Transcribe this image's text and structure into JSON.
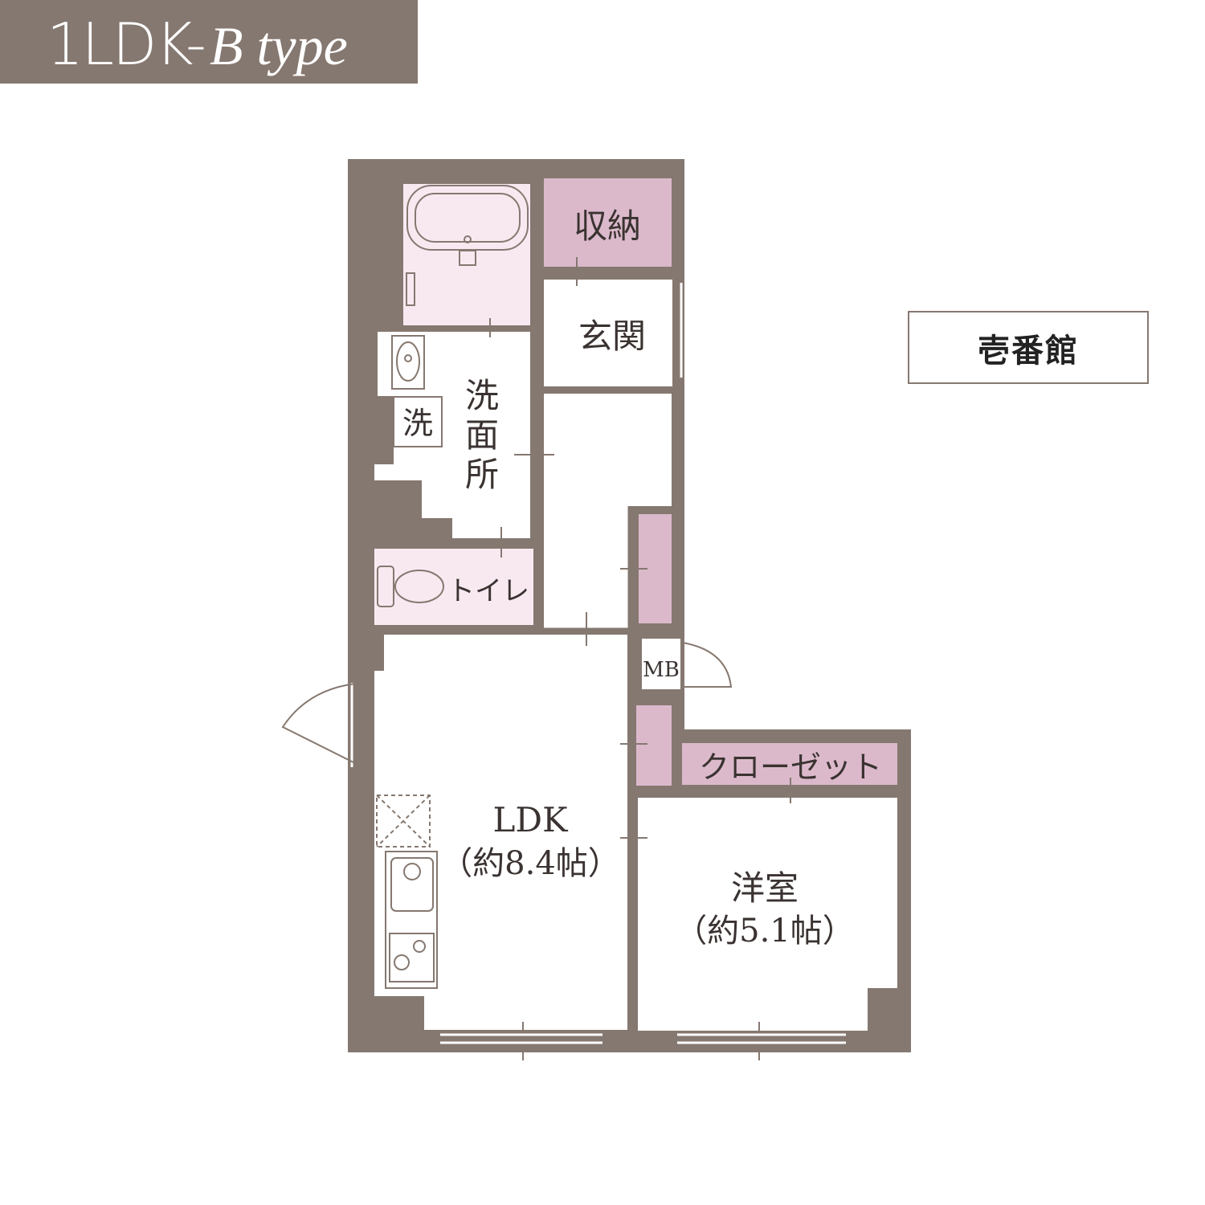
{
  "header": {
    "title_main": "1LDK-",
    "title_sub": "B type"
  },
  "building": {
    "label": "壱番館"
  },
  "rooms": {
    "storage": "収納",
    "entrance": "玄関",
    "washroom": [
      "洗",
      "面",
      "所"
    ],
    "washer": "洗",
    "toilet": "トイレ",
    "mb": "MB",
    "closet": "クローゼット",
    "ldk_name": "LDK",
    "ldk_size": "（約8.4帖）",
    "western_name": "洋室",
    "western_size": "（約5.1帖）"
  },
  "colors": {
    "wall": "#857870",
    "accent_storage": "#dbb9cb",
    "accent_wet": "#f8e9f1",
    "text": "#3a3331"
  }
}
